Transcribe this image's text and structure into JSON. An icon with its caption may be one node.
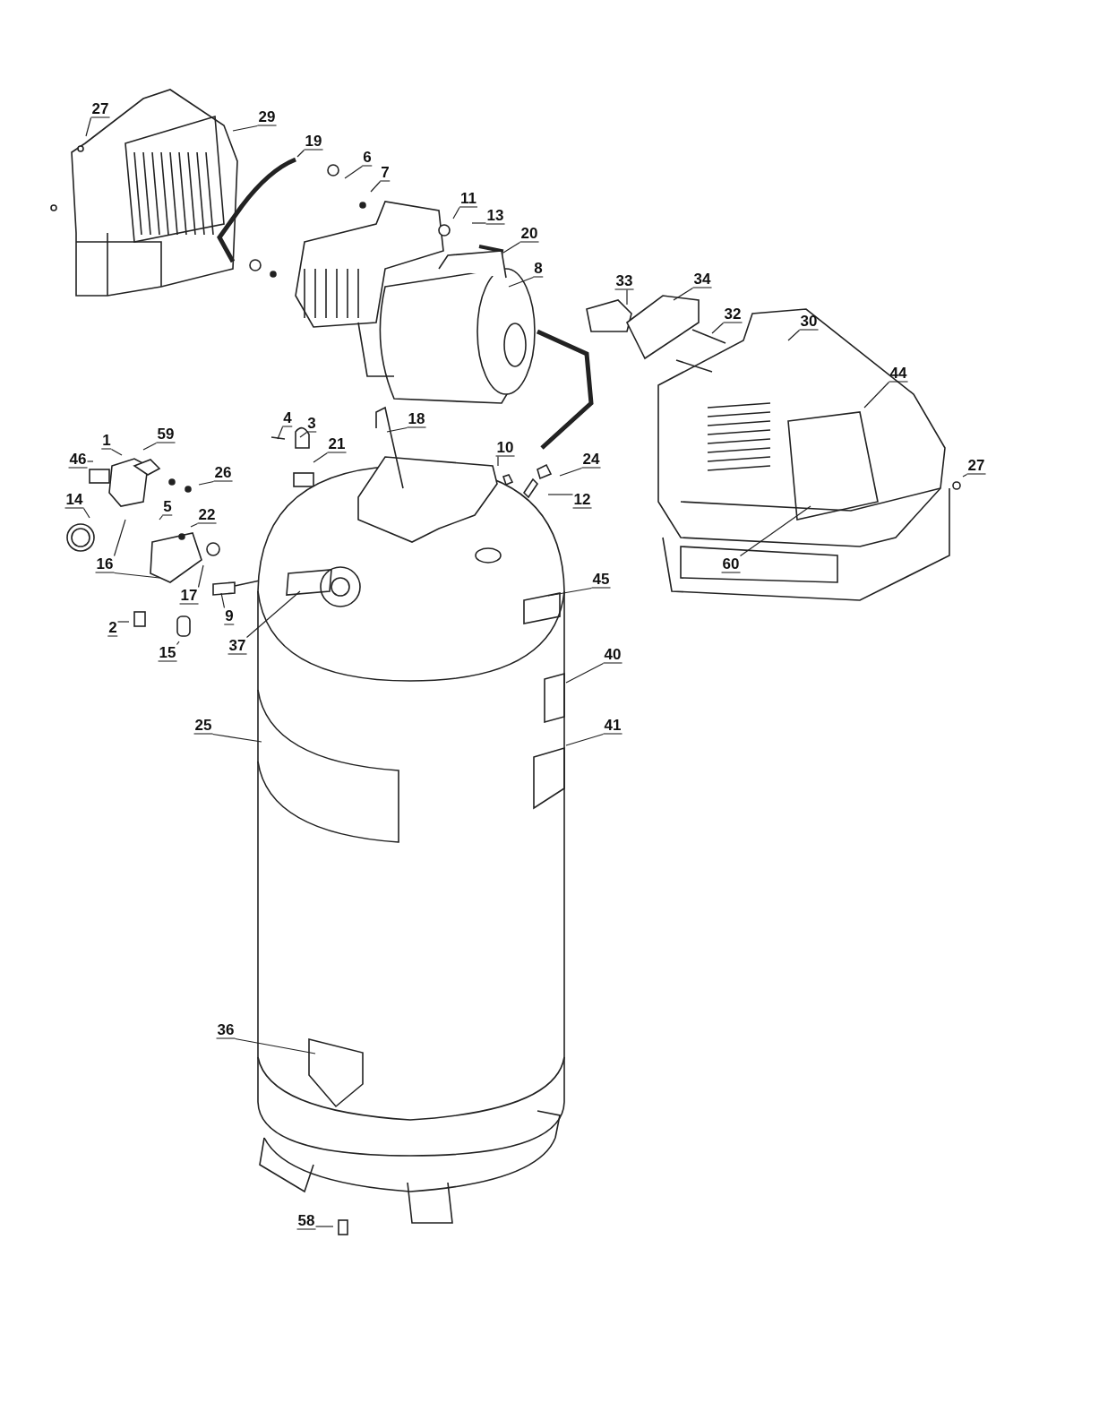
{
  "diagram": {
    "nodes": [
      {
        "text": [
          "27"
        ]
      },
      {
        "text": [
          "29"
        ]
      },
      {
        "text": [
          "19"
        ]
      },
      {
        "text": [
          "6"
        ]
      },
      {
        "text": [
          "7"
        ]
      },
      {
        "text": [
          "11"
        ]
      },
      {
        "text": [
          "13"
        ]
      },
      {
        "text": [
          "20"
        ]
      },
      {
        "text": [
          "8"
        ]
      },
      {
        "text": [
          "33"
        ]
      },
      {
        "text": [
          "34"
        ]
      },
      {
        "text": [
          "32"
        ]
      },
      {
        "text": [
          "30"
        ]
      },
      {
        "text": [
          "44"
        ]
      },
      {
        "text": [
          "1"
        ]
      },
      {
        "text": [
          "59"
        ]
      },
      {
        "text": [
          "46"
        ]
      },
      {
        "text": [
          "4"
        ]
      },
      {
        "text": [
          "3"
        ]
      },
      {
        "text": [
          "18"
        ]
      },
      {
        "text": [
          "21"
        ]
      },
      {
        "text": [
          "10"
        ]
      },
      {
        "text": [
          "24"
        ]
      },
      {
        "text": [
          "27"
        ]
      },
      {
        "text": [
          "26"
        ]
      },
      {
        "text": [
          "14"
        ]
      },
      {
        "text": [
          "5"
        ]
      },
      {
        "text": [
          "22"
        ]
      },
      {
        "text": [
          "12"
        ]
      },
      {
        "text": [
          "16"
        ]
      },
      {
        "text": [
          "17"
        ]
      },
      {
        "text": [
          "9"
        ]
      },
      {
        "text": [
          "45"
        ]
      },
      {
        "text": [
          "60"
        ]
      },
      {
        "text": [
          "2"
        ]
      },
      {
        "text": [
          "15"
        ]
      },
      {
        "text": [
          "37"
        ]
      },
      {
        "text": [
          "40"
        ]
      },
      {
        "text": [
          "25"
        ]
      },
      {
        "text": [
          "41"
        ]
      },
      {
        "text": [
          "36"
        ]
      },
      {
        "text": [
          "58"
        ]
      }
    ],
    "edges": [
      {
        "from": 0,
        "to": null,
        "arrow": "none"
      },
      {
        "from": 1,
        "to": null,
        "arrow": "none"
      },
      {
        "from": 2,
        "to": null,
        "arrow": "none"
      },
      {
        "from": 3,
        "to": null,
        "arrow": "none"
      },
      {
        "from": 4,
        "to": null,
        "arrow": "none"
      },
      {
        "from": 5,
        "to": null,
        "arrow": "none"
      },
      {
        "from": 6,
        "to": null,
        "arrow": "none"
      },
      {
        "from": 7,
        "to": null,
        "arrow": "none"
      },
      {
        "from": 8,
        "to": null,
        "arrow": "none"
      },
      {
        "from": 9,
        "to": null,
        "arrow": "none"
      },
      {
        "from": 10,
        "to": null,
        "arrow": "none"
      },
      {
        "from": 11,
        "to": null,
        "arrow": "none"
      },
      {
        "from": 12,
        "to": null,
        "arrow": "none"
      },
      {
        "from": 13,
        "to": null,
        "arrow": "none"
      },
      {
        "from": 14,
        "to": null,
        "arrow": "none"
      },
      {
        "from": 15,
        "to": null,
        "arrow": "none"
      },
      {
        "from": 16,
        "to": null,
        "arrow": "none"
      },
      {
        "from": 17,
        "to": null,
        "arrow": "none"
      },
      {
        "from": 18,
        "to": null,
        "arrow": "none"
      },
      {
        "from": 19,
        "to": null,
        "arrow": "none"
      },
      {
        "from": 20,
        "to": null,
        "arrow": "none"
      },
      {
        "from": 21,
        "to": null,
        "arrow": "none"
      },
      {
        "from": 22,
        "to": null,
        "arrow": "none"
      },
      {
        "from": 23,
        "to": null,
        "arrow": "none"
      },
      {
        "from": 24,
        "to": null,
        "arrow": "none"
      },
      {
        "from": 25,
        "to": null,
        "arrow": "none"
      },
      {
        "from": 26,
        "to": null,
        "arrow": "none"
      },
      {
        "from": 27,
        "to": null,
        "arrow": "none"
      },
      {
        "from": 28,
        "to": null,
        "arrow": "none"
      },
      {
        "from": 29,
        "to": null,
        "arrow": "none"
      },
      {
        "from": 29,
        "to": null,
        "arrow": "none"
      },
      {
        "from": 30,
        "to": null,
        "arrow": "none"
      },
      {
        "from": 31,
        "to": null,
        "arrow": "none"
      },
      {
        "from": 32,
        "to": null,
        "arrow": "none"
      },
      {
        "from": 33,
        "to": null,
        "arrow": "none"
      },
      {
        "from": 34,
        "to": null,
        "arrow": "none"
      },
      {
        "from": 35,
        "to": null,
        "arrow": "none"
      },
      {
        "from": 36,
        "to": null,
        "arrow": "none"
      },
      {
        "from": 37,
        "to": null,
        "arrow": "none"
      },
      {
        "from": 38,
        "to": null,
        "arrow": "none"
      },
      {
        "from": 39,
        "to": null,
        "arrow": "none"
      },
      {
        "from": 40,
        "to": null,
        "arrow": "none"
      },
      {
        "from": 41,
        "to": null,
        "arrow": "none"
      }
    ]
  }
}
